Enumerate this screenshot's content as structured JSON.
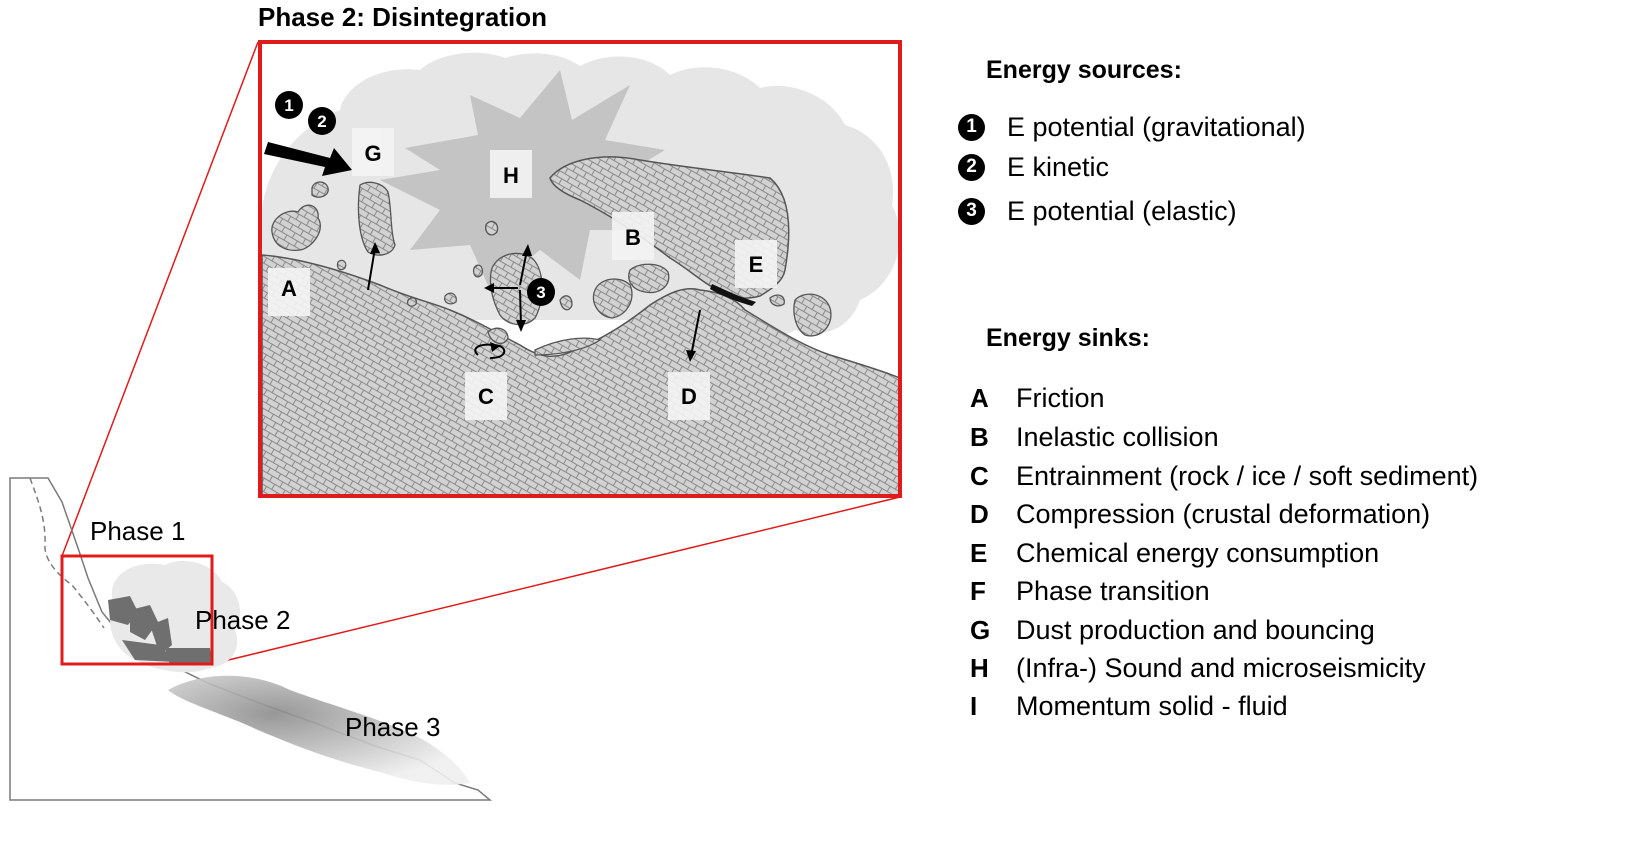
{
  "zoom_title": "Phase 2: Disintegration",
  "overview_labels": {
    "phase1": "Phase 1",
    "phase2": "Phase 2",
    "phase3": "Phase 3"
  },
  "zone_labels": {
    "A": "A",
    "B": "B",
    "C": "C",
    "D": "D",
    "E": "E",
    "G": "G",
    "H": "H"
  },
  "source_markers": {
    "m1": "1",
    "m2": "2",
    "m3": "3"
  },
  "sources": {
    "title": "Energy sources:",
    "items": [
      {
        "marker": "1",
        "label": "E potential (gravitational)"
      },
      {
        "marker": "2",
        "label": "E kinetic"
      },
      {
        "marker": "3",
        "label": "E potential (elastic)"
      }
    ]
  },
  "sinks": {
    "title": "Energy sinks:",
    "items": [
      {
        "code": "A",
        "label": "Friction"
      },
      {
        "code": "B",
        "label": "Inelastic collision"
      },
      {
        "code": "C",
        "label": "Entrainment (rock / ice / soft sediment)"
      },
      {
        "code": "D",
        "label": "Compression (crustal deformation)"
      },
      {
        "code": "E",
        "label": "Chemical energy consumption"
      },
      {
        "code": "F",
        "label": "Phase transition"
      },
      {
        "code": "G",
        "label": "Dust production and bouncing"
      },
      {
        "code": "H",
        "label": "(Infra-) Sound and microseismicity"
      },
      {
        "code": "I",
        "label": "Momentum solid - fluid"
      }
    ]
  },
  "colors": {
    "frame": "#e01b1b",
    "rock": "#d2d2d2",
    "dust": "#e8e8e8",
    "impact": "#c6c6c6",
    "outline": "#555555"
  }
}
